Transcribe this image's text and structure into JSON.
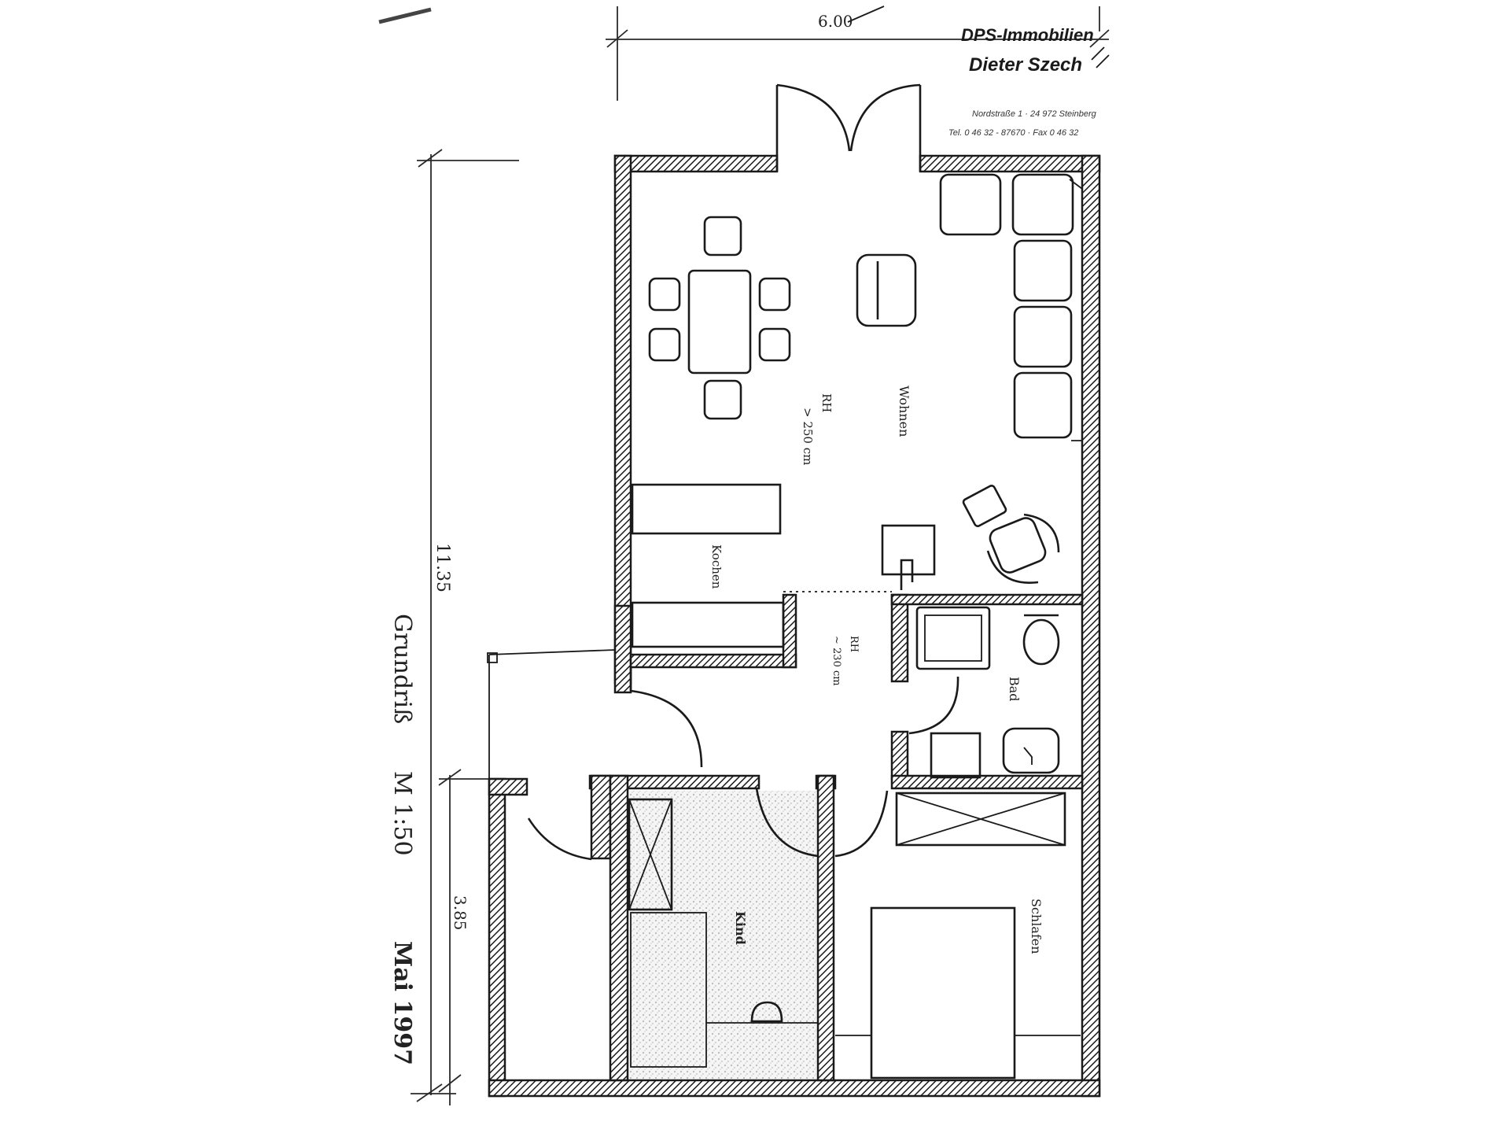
{
  "header": {
    "company": "DPS-Immobilien",
    "person": "Dieter Szech",
    "address": "Nordstraße 1 · 24 972 Steinberg",
    "phone": "Tel. 0 46 32 - 87670 · Fax 0 46 32"
  },
  "dimensions": {
    "width": "6.00",
    "total_height": "11.35",
    "lower_height": "3.85"
  },
  "rooms": {
    "wohnen": "Wohnen",
    "kochen": "Kochen",
    "bad": "Bad",
    "kind": "Kind",
    "schlafen": "Schlafen"
  },
  "room_heights": {
    "living_rh": "RH",
    "living_value": "> 250 cm",
    "hall_rh": "RH",
    "hall_value": "~ 230 cm"
  },
  "title": {
    "caption": "Grundriß",
    "scale": "M 1:50",
    "date": "Mai 1997"
  }
}
